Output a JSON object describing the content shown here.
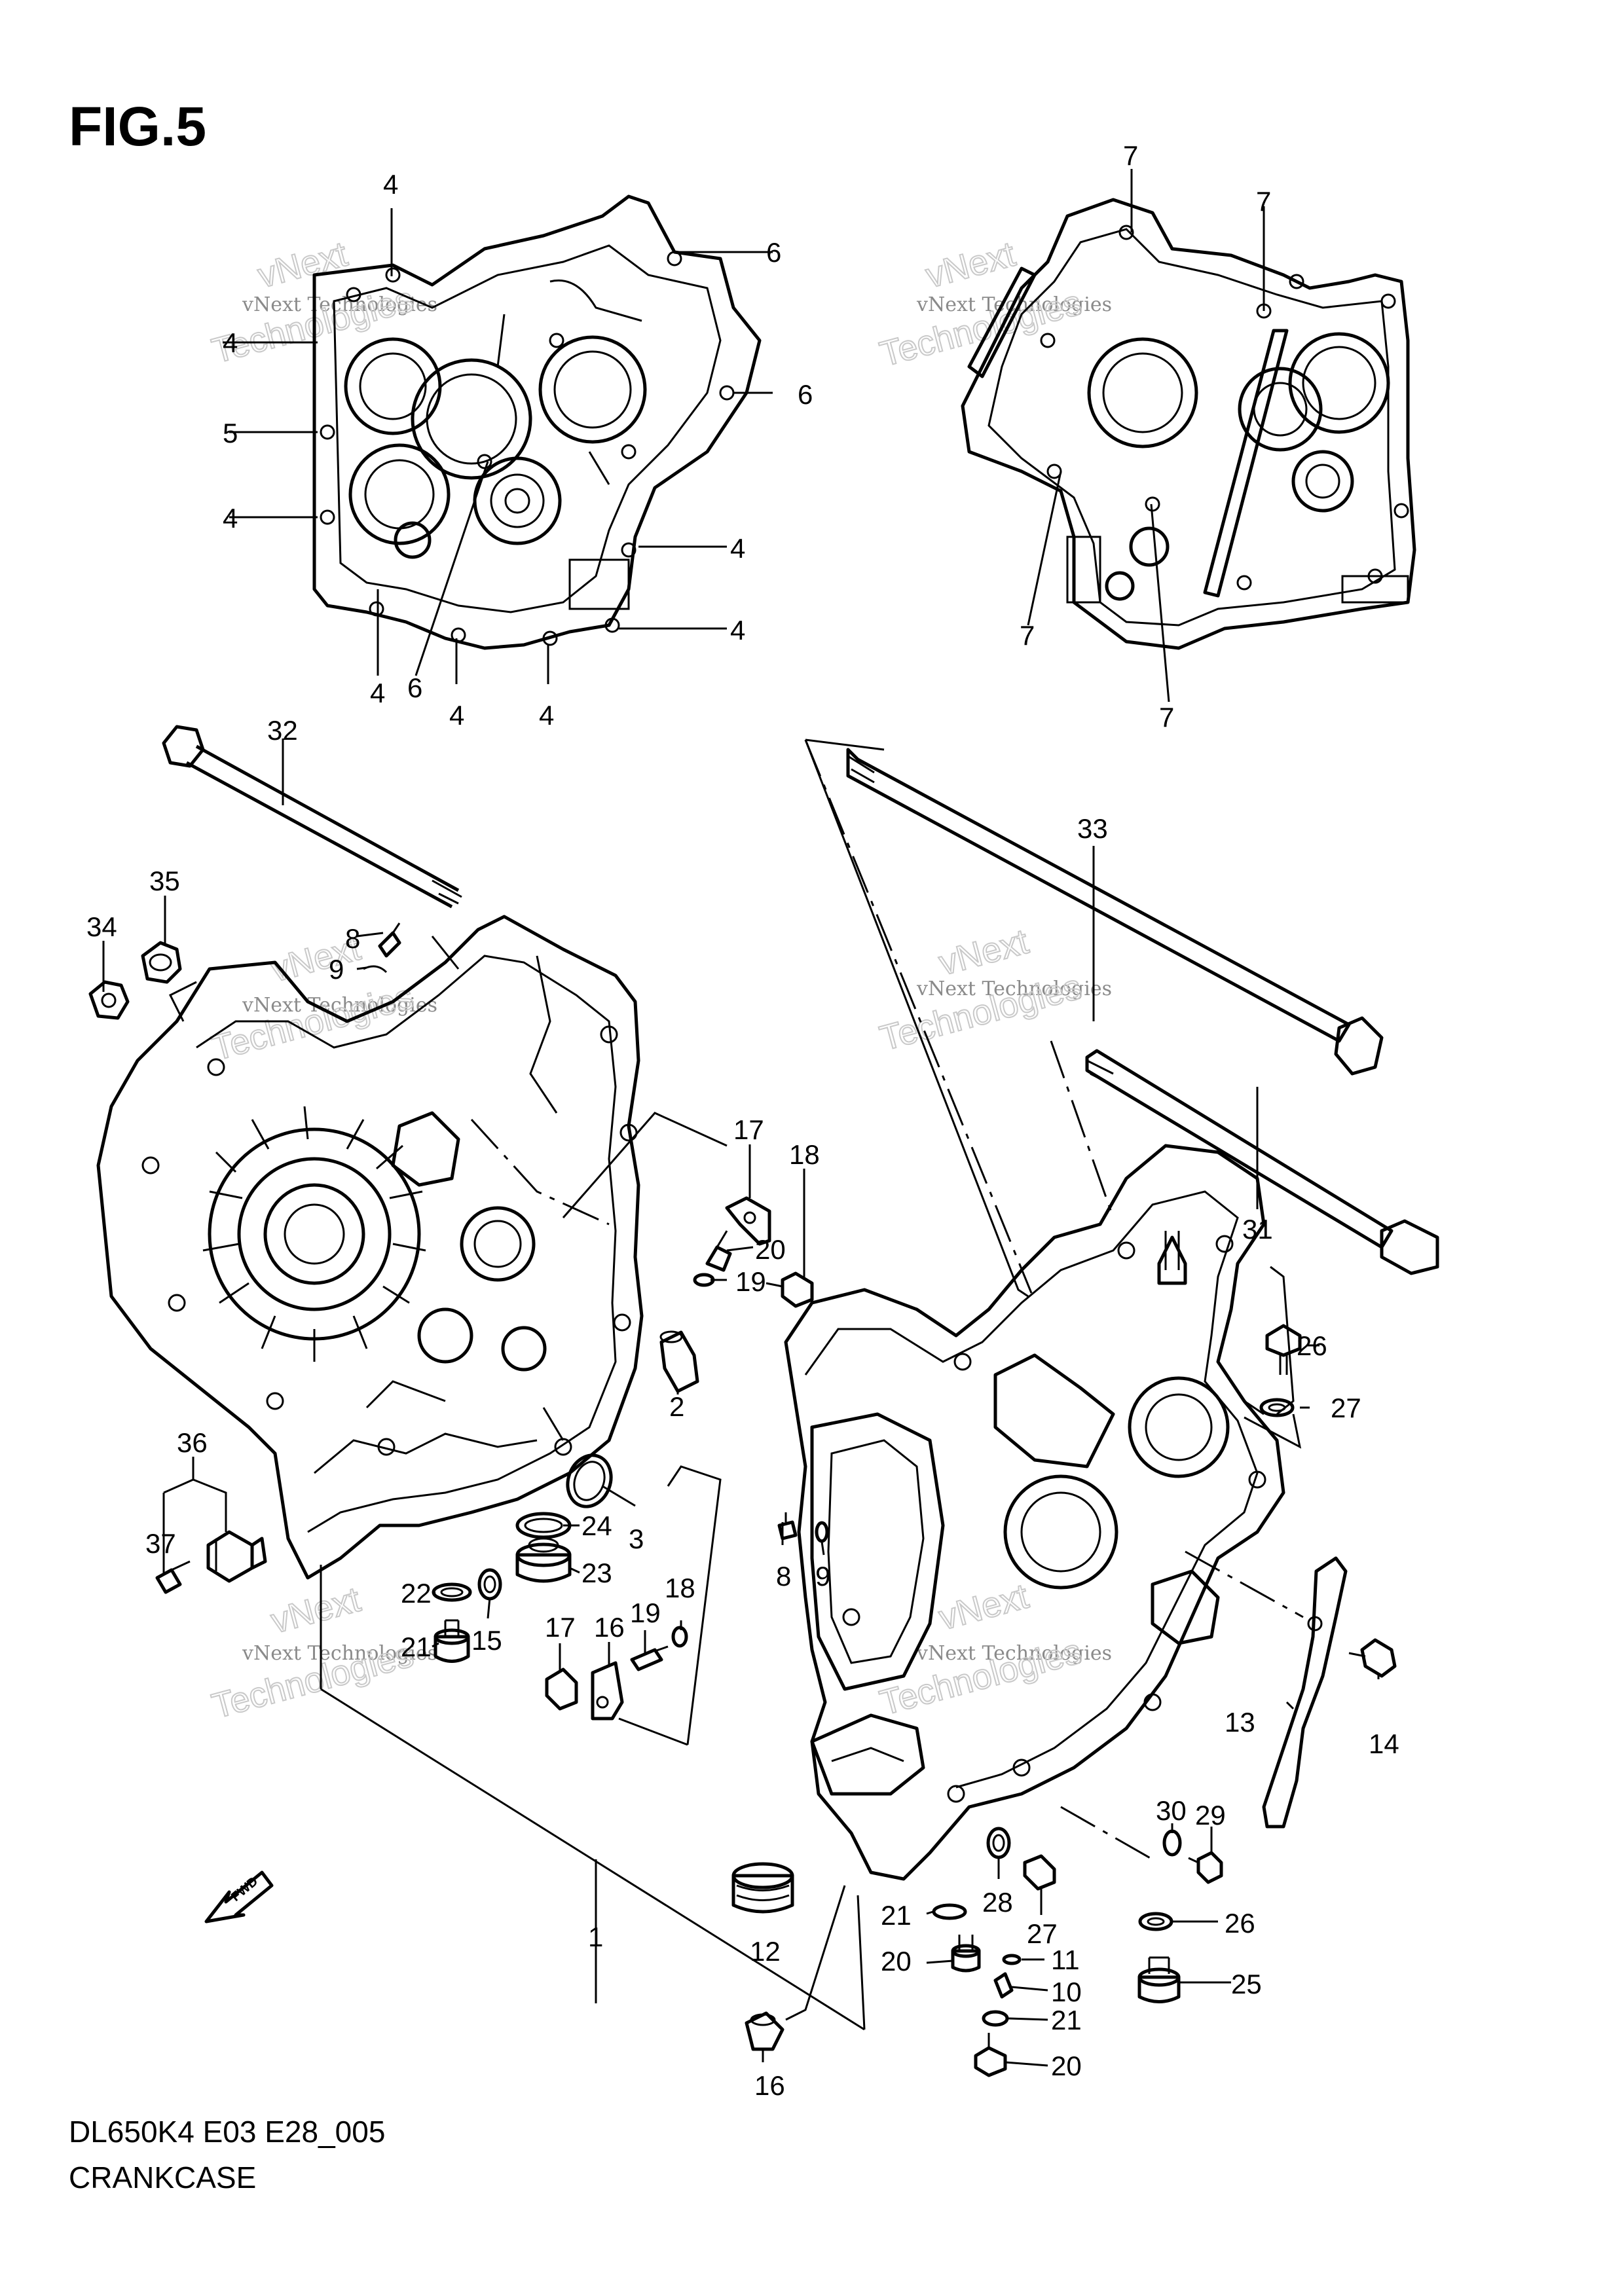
{
  "figure": {
    "title": "FIG.5",
    "model_code": "DL650K4 E03 E28_005",
    "name": "CRANKCASE",
    "direction_marker": "FWD"
  },
  "watermark": {
    "line1": "vNext Technologies",
    "line2": "Technologies",
    "line3": "vNext"
  },
  "callouts": [
    "1",
    "2",
    "3",
    "4",
    "5",
    "6",
    "7",
    "8",
    "9",
    "10",
    "11",
    "12",
    "13",
    "14",
    "15",
    "16",
    "17",
    "18",
    "19",
    "20",
    "21",
    "22",
    "23",
    "24",
    "25",
    "26",
    "27",
    "28",
    "29",
    "30",
    "31",
    "32",
    "33",
    "34",
    "35",
    "36",
    "37"
  ],
  "colors": {
    "line": "#000000",
    "watermark": "#8a8a8a",
    "background": "#ffffff"
  }
}
